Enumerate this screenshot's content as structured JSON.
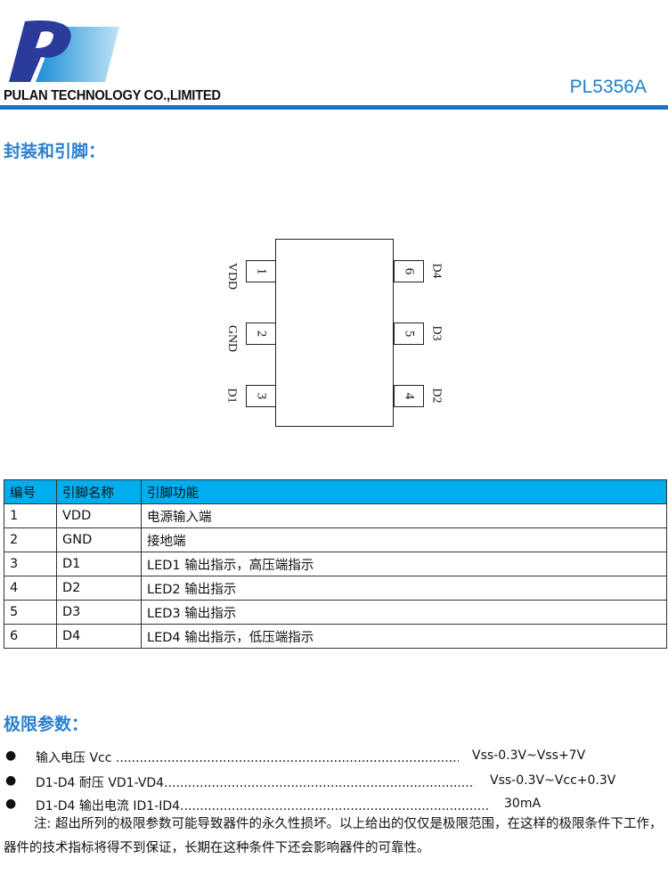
{
  "header": {
    "company": "PULAN TECHNOLOGY CO.,LIMITED",
    "model": "PL5356A",
    "logo_letter": "P"
  },
  "sections": {
    "package": "封装和引脚：",
    "limits": "极限参数："
  },
  "diagram": {
    "left_pins": [
      {
        "num": "1",
        "name": "VDD"
      },
      {
        "num": "2",
        "name": "GND"
      },
      {
        "num": "3",
        "name": "D1"
      }
    ],
    "right_pins": [
      {
        "num": "6",
        "name": "D4"
      },
      {
        "num": "5",
        "name": "D3"
      },
      {
        "num": "4",
        "name": "D2"
      }
    ]
  },
  "table": {
    "headers": [
      "编号",
      "引脚名称",
      "引脚功能"
    ],
    "rows": [
      [
        "1",
        "VDD",
        "电源输入端"
      ],
      [
        "2",
        "GND",
        "接地端"
      ],
      [
        "3",
        "D1",
        "LED1 输出指示，高压端指示"
      ],
      [
        "4",
        "D2",
        "LED2 输出指示"
      ],
      [
        "5",
        "D3",
        "LED3 输出指示"
      ],
      [
        "6",
        "D4",
        "LED4 输出指示，低压端指示"
      ]
    ],
    "header_color": "#00aeef"
  },
  "limits": [
    {
      "label": "输入电压  Vcc ..............................................................................................",
      "value": "Vss-0.3V~Vss+7V"
    },
    {
      "label": "D1-D4 耐压 VD1-VD4.......................................................................................",
      "value": "Vss-0.3V~Vcc+0.3V"
    },
    {
      "label": "D1-D4 输出电流 ID1-ID4...................................................................................",
      "value": "30mA"
    }
  ],
  "note": "注: 超出所列的极限参数可能导致器件的永久性损坏。以上给出的仅仅是极限范围，在这样的极限条件下工作， 器件的技术指标将得不到保证，长期在这种条件下还会影响器件的可靠性。"
}
